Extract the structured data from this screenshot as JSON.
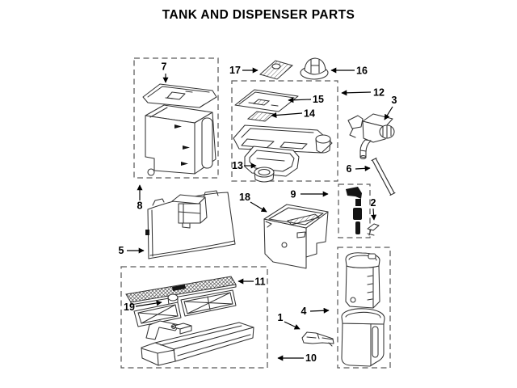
{
  "page": {
    "title": "TANK AND DISPENSER PARTS",
    "background": "#ffffff",
    "line_color": "#333333",
    "label_color": "#000000",
    "box_color": "#5a5a5a"
  },
  "callouts": {
    "p1": "1",
    "p2": "2",
    "p3": "3",
    "p4": "4",
    "p5": "5",
    "p6": "6",
    "p7": "7",
    "p8": "8",
    "p9": "9",
    "p10": "10",
    "p11": "11",
    "p12": "12",
    "p13": "13",
    "p14": "14",
    "p15": "15",
    "p16": "16",
    "p17": "17",
    "p18": "18",
    "p19": "19"
  }
}
